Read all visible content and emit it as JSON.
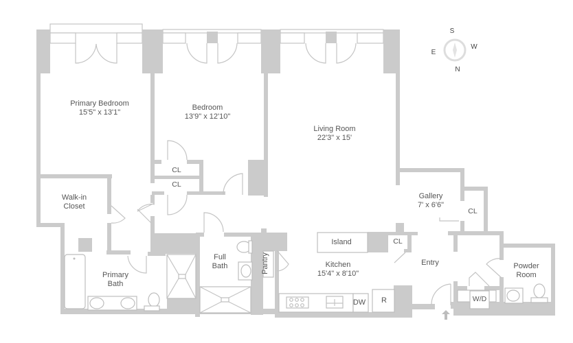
{
  "floor_plan": {
    "rooms": [
      {
        "id": "primary-bedroom",
        "name": "Primary Bedroom",
        "dimensions": "15'5\" x 13'1\""
      },
      {
        "id": "bedroom",
        "name": "Bedroom",
        "dimensions": "13'9\" x 12'10\""
      },
      {
        "id": "living-room",
        "name": "Living Room",
        "dimensions": "22'3\" x 15'"
      },
      {
        "id": "gallery",
        "name": "Gallery",
        "dimensions": "7' x 6'6\""
      },
      {
        "id": "kitchen",
        "name": "Kitchen",
        "dimensions": "15'4\" x 8'10\""
      },
      {
        "id": "walk-in-closet",
        "name_line1": "Walk-in",
        "name_line2": "Closet"
      },
      {
        "id": "primary-bath",
        "name_line1": "Primary",
        "name_line2": "Bath"
      },
      {
        "id": "full-bath",
        "name_line1": "Full",
        "name_line2": "Bath"
      },
      {
        "id": "powder-room",
        "name_line1": "Powder",
        "name_line2": "Room"
      },
      {
        "id": "entry",
        "name": "Entry"
      },
      {
        "id": "pantry",
        "name": "Pantry"
      }
    ],
    "closets": [
      "CL",
      "CL",
      "CL",
      "CL"
    ],
    "fixtures": {
      "island": "Island",
      "dishwasher": "DW",
      "refrigerator": "R",
      "washer_dryer": "W/D"
    },
    "compass": {
      "top": "S",
      "right": "W",
      "bottom": "N",
      "left": "E"
    },
    "colors": {
      "wall": "#cbcbcb",
      "line": "#c4c4c4",
      "text": "#555555",
      "background": "#ffffff"
    }
  }
}
